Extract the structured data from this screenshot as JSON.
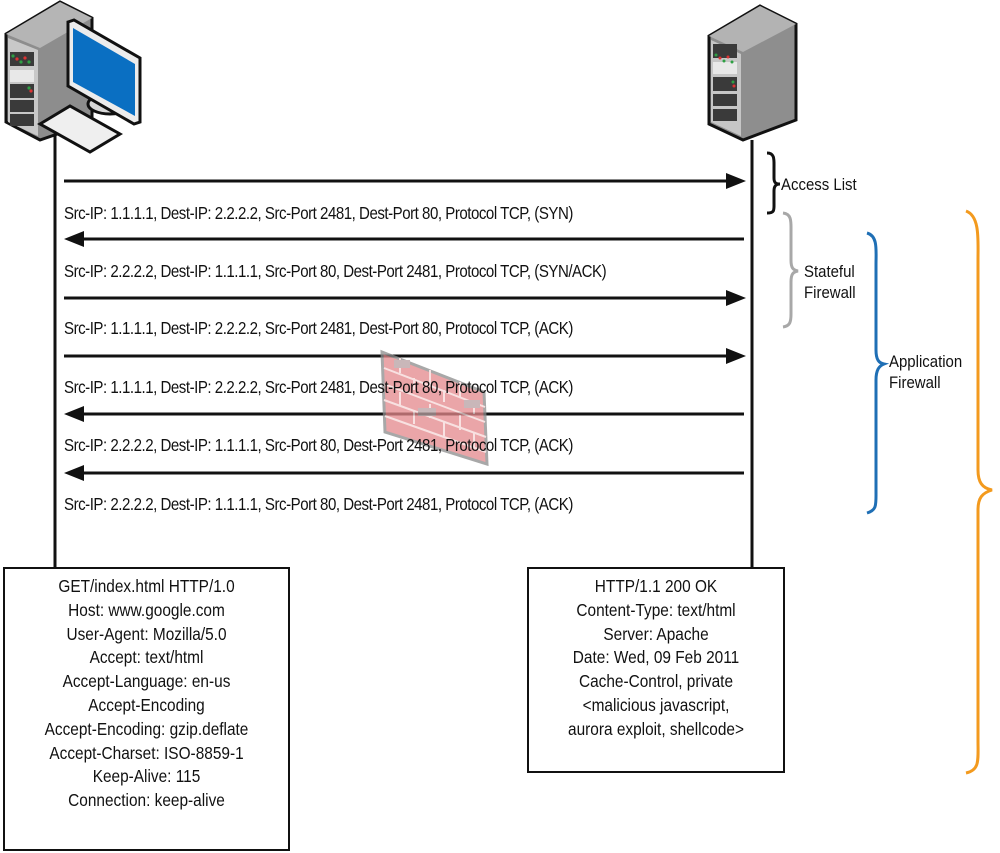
{
  "diagram": {
    "type": "sequence",
    "client_label": "client-workstation",
    "server_label": "web-server",
    "messages": [
      {
        "direction": "client-to-server",
        "text": "Src-IP: 1.1.1.1, Dest-IP: 2.2.2.2, Src-Port 2481, Dest-Port 80, Protocol TCP, (SYN)"
      },
      {
        "direction": "server-to-client",
        "text": "Src-IP: 2.2.2.2, Dest-IP: 1.1.1.1, Src-Port 80, Dest-Port 2481, Protocol TCP, (SYN/ACK)"
      },
      {
        "direction": "client-to-server",
        "text": "Src-IP: 1.1.1.1, Dest-IP: 2.2.2.2, Src-Port 2481, Dest-Port 80, Protocol TCP, (ACK)"
      },
      {
        "direction": "client-to-server",
        "text": "Src-IP: 1.1.1.1, Dest-IP: 2.2.2.2, Src-Port 2481, Dest-Port 80, Protocol TCP, (ACK)"
      },
      {
        "direction": "server-to-client",
        "text": "Src-IP: 2.2.2.2, Dest-IP: 1.1.1.1, Src-Port 80, Dest-Port 2481, Protocol TCP, (ACK)"
      },
      {
        "direction": "server-to-client",
        "text": "Src-IP: 2.2.2.2, Dest-IP: 1.1.1.1, Src-Port 80, Dest-Port 2481, Protocol TCP, (ACK)"
      }
    ],
    "brackets": [
      {
        "label_lines": [
          "Access List"
        ],
        "color": "#111111"
      },
      {
        "label_lines": [
          "Stateful",
          "Firewall"
        ],
        "color": "#a8a8a8"
      },
      {
        "label_lines": [
          "Application",
          "Firewall"
        ],
        "color": "#1f6fb5"
      },
      {
        "label_lines": [],
        "color": "#f39a1e"
      }
    ],
    "request_box": {
      "lines": [
        "GET/index.html HTTP/1.0",
        "Host: www.google.com",
        "User-Agent: Mozilla/5.0",
        "Accept: text/html",
        "Accept-Language: en-us",
        "Accept-Encoding",
        "Accept-Encoding: gzip.deflate",
        "Accept-Charset: ISO-8859-1",
        "Keep-Alive: 115",
        "Connection: keep-alive"
      ]
    },
    "response_box": {
      "lines": [
        "HTTP/1.1 200 OK",
        "Content-Type: text/html",
        "Server: Apache",
        "Date: Wed, 09 Feb 2011",
        "Cache-Control, private",
        "<malicious javascript,",
        "aurora exploit, shellcode>"
      ]
    },
    "icons": {
      "client": "desktop-computer-icon",
      "server": "server-tower-icon",
      "firewall": "brick-wall-firewall-icon"
    },
    "colors": {
      "line": "#111111",
      "monitor_screen": "#0a6fc2",
      "brick": "#e79a9c"
    }
  }
}
